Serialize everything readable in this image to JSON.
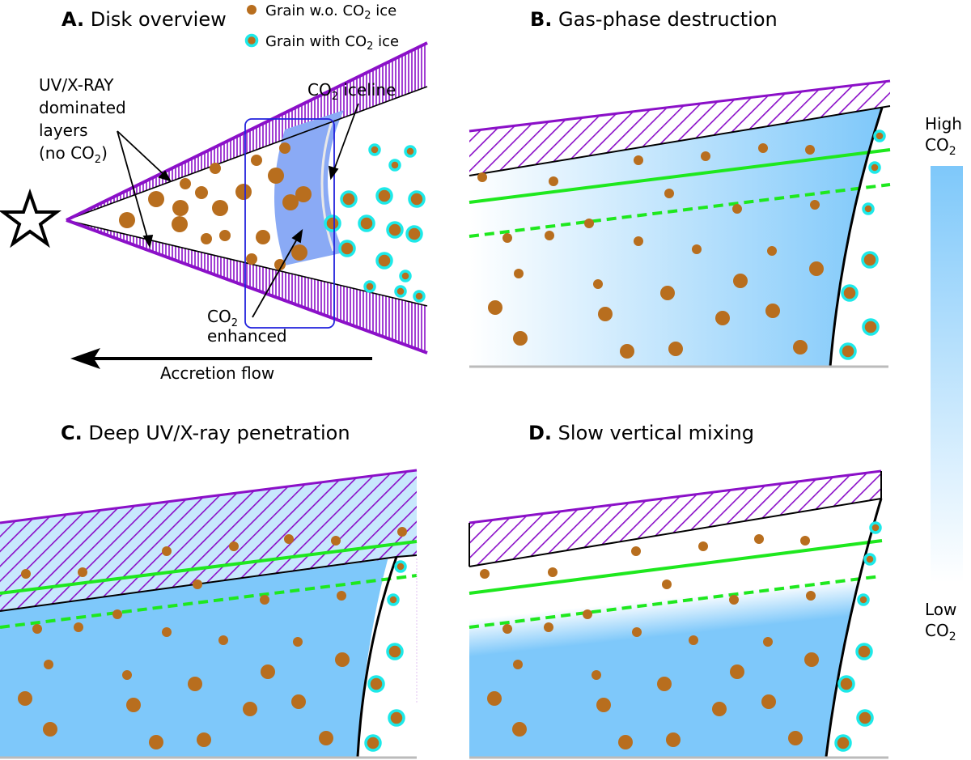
{
  "legend": {
    "grain_without_ice": {
      "prefix": "Grain w.o. CO",
      "sub": "2",
      "suffix": " ice",
      "fill": "#b86e1e"
    },
    "grain_with_ice": {
      "prefix": "Grain with CO",
      "sub": "2",
      "suffix": " ice",
      "fill": "#b86e1e",
      "ring": "#1de9e9"
    }
  },
  "panels": {
    "a": {
      "letter": "A.",
      "title": " Disk overview"
    },
    "b": {
      "letter": "B.",
      "title": " Gas-phase destruction"
    },
    "c": {
      "letter": "C.",
      "title": " Deep UV/X-ray penetration"
    },
    "d": {
      "letter": "D.",
      "title": " Slow vertical mixing"
    }
  },
  "annotations": {
    "uv_layers": {
      "line1": "UV/X-RAY",
      "line2": "dominated",
      "line3": "layers",
      "line4_prefix": "(no CO",
      "line4_sub": "2",
      "line4_suffix": ")"
    },
    "iceline": {
      "prefix": "CO",
      "sub": "2",
      "suffix": " iceline"
    },
    "enhanced": {
      "prefix": "CO",
      "sub": "2",
      "line2": "enhanced"
    },
    "accretion": "Accretion flow",
    "star_icon": "star-icon"
  },
  "colorbar": {
    "high_line1": "High",
    "high_prefix": "CO",
    "high_sub": "2",
    "low_line1": "Low",
    "low_prefix": "CO",
    "low_sub": "2",
    "color_high": "#7ec8fa",
    "color_low": "#ffffff"
  },
  "colors": {
    "purple": "#8b10c8",
    "green": "#1ee81e",
    "grain": "#b86e1e",
    "ice_ring": "#1de9e9",
    "co2_blue": "#7ec8fa",
    "enhanced_blue": "#8aaaf5",
    "box_blue": "#2222dd"
  }
}
